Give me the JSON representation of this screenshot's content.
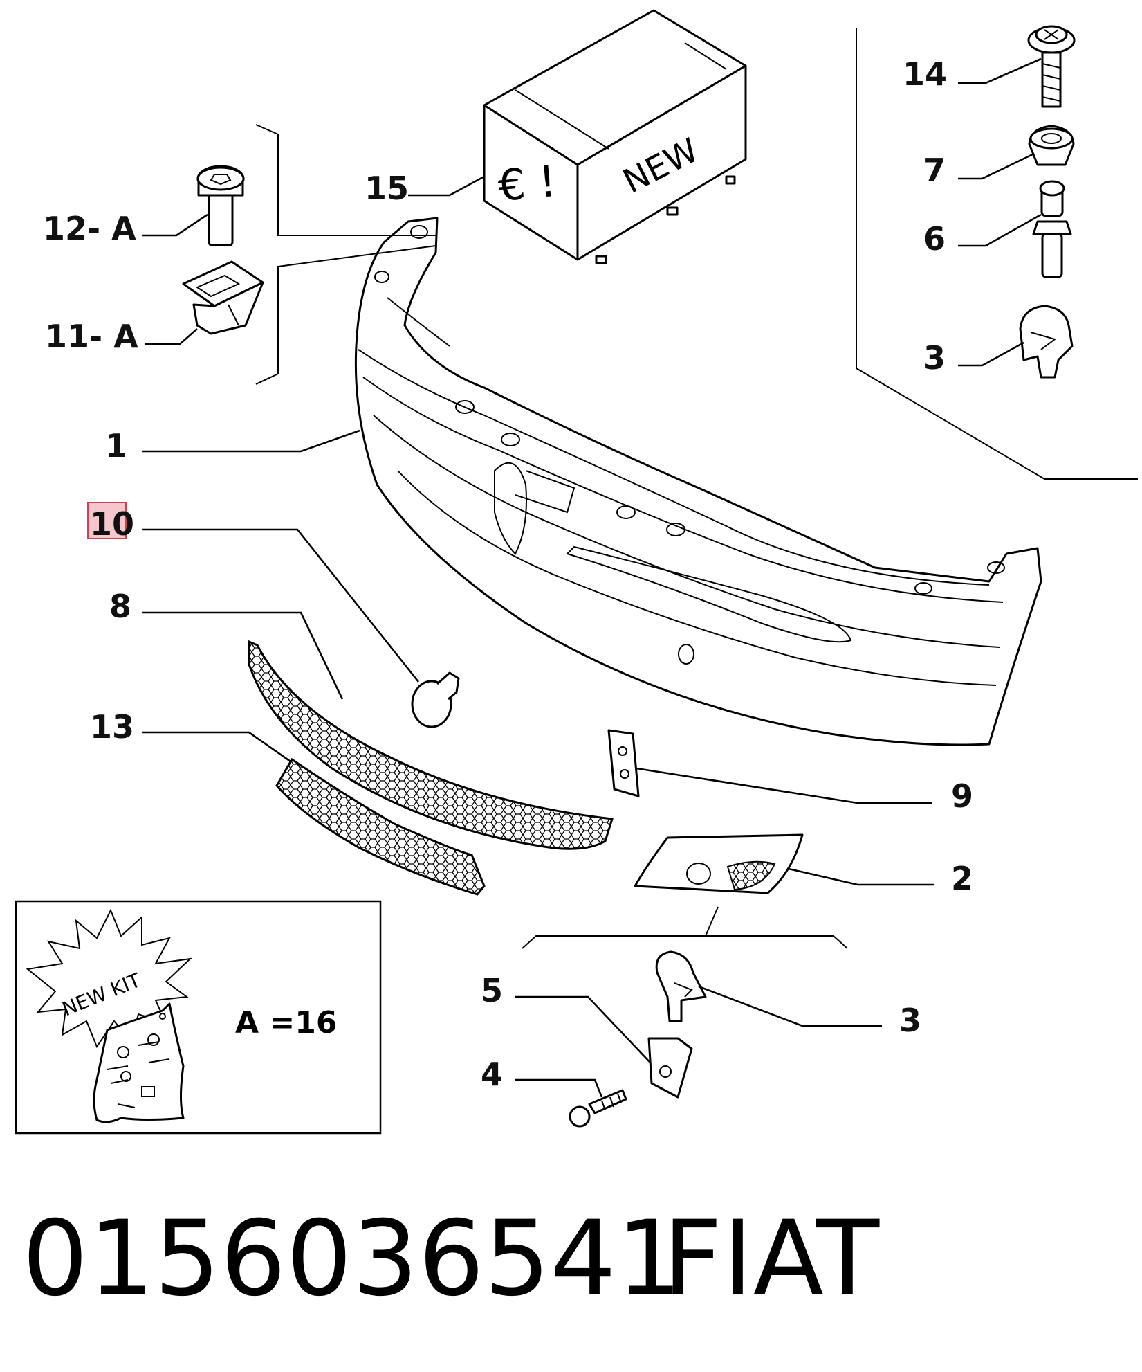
{
  "labels": {
    "l1": "1",
    "l2": "2",
    "l3a": "3",
    "l3b": "3",
    "l4": "4",
    "l5": "5",
    "l6": "6",
    "l7": "7",
    "l8": "8",
    "l9": "9",
    "l10": "10",
    "l11": "11- A",
    "l12": "12- A",
    "l13": "13",
    "l14": "14",
    "l15": "15"
  },
  "box": {
    "new_text": "NEW",
    "euro_text": "€ !"
  },
  "kit": {
    "burst_text": "NEW KIT",
    "a_text": "A =16"
  },
  "caption": {
    "part_number": "0156036541",
    "brand": "FIAT"
  },
  "highlight_color": "#f4c7cc"
}
